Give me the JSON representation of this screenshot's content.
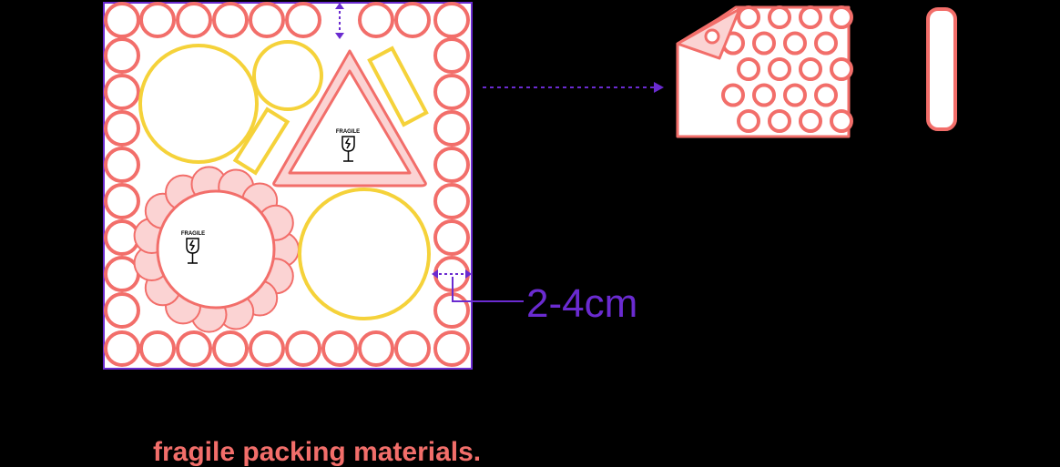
{
  "diagram": {
    "fragile_label": "FRAGILE",
    "dimension_label": "2-4cm",
    "caption": "fragile packing materials."
  },
  "colors": {
    "background": "#000000",
    "box_fill": "#ffffff",
    "bubble_stroke": "#f26e6a",
    "bubble_fill_light": "#fbd3d3",
    "item_outline_yellow": "#f5d23a",
    "dimension_purple": "#6a2bd0"
  },
  "icons": {
    "glass": "fragile-glass-icon",
    "arrow": "dashed-arrow-icon"
  }
}
